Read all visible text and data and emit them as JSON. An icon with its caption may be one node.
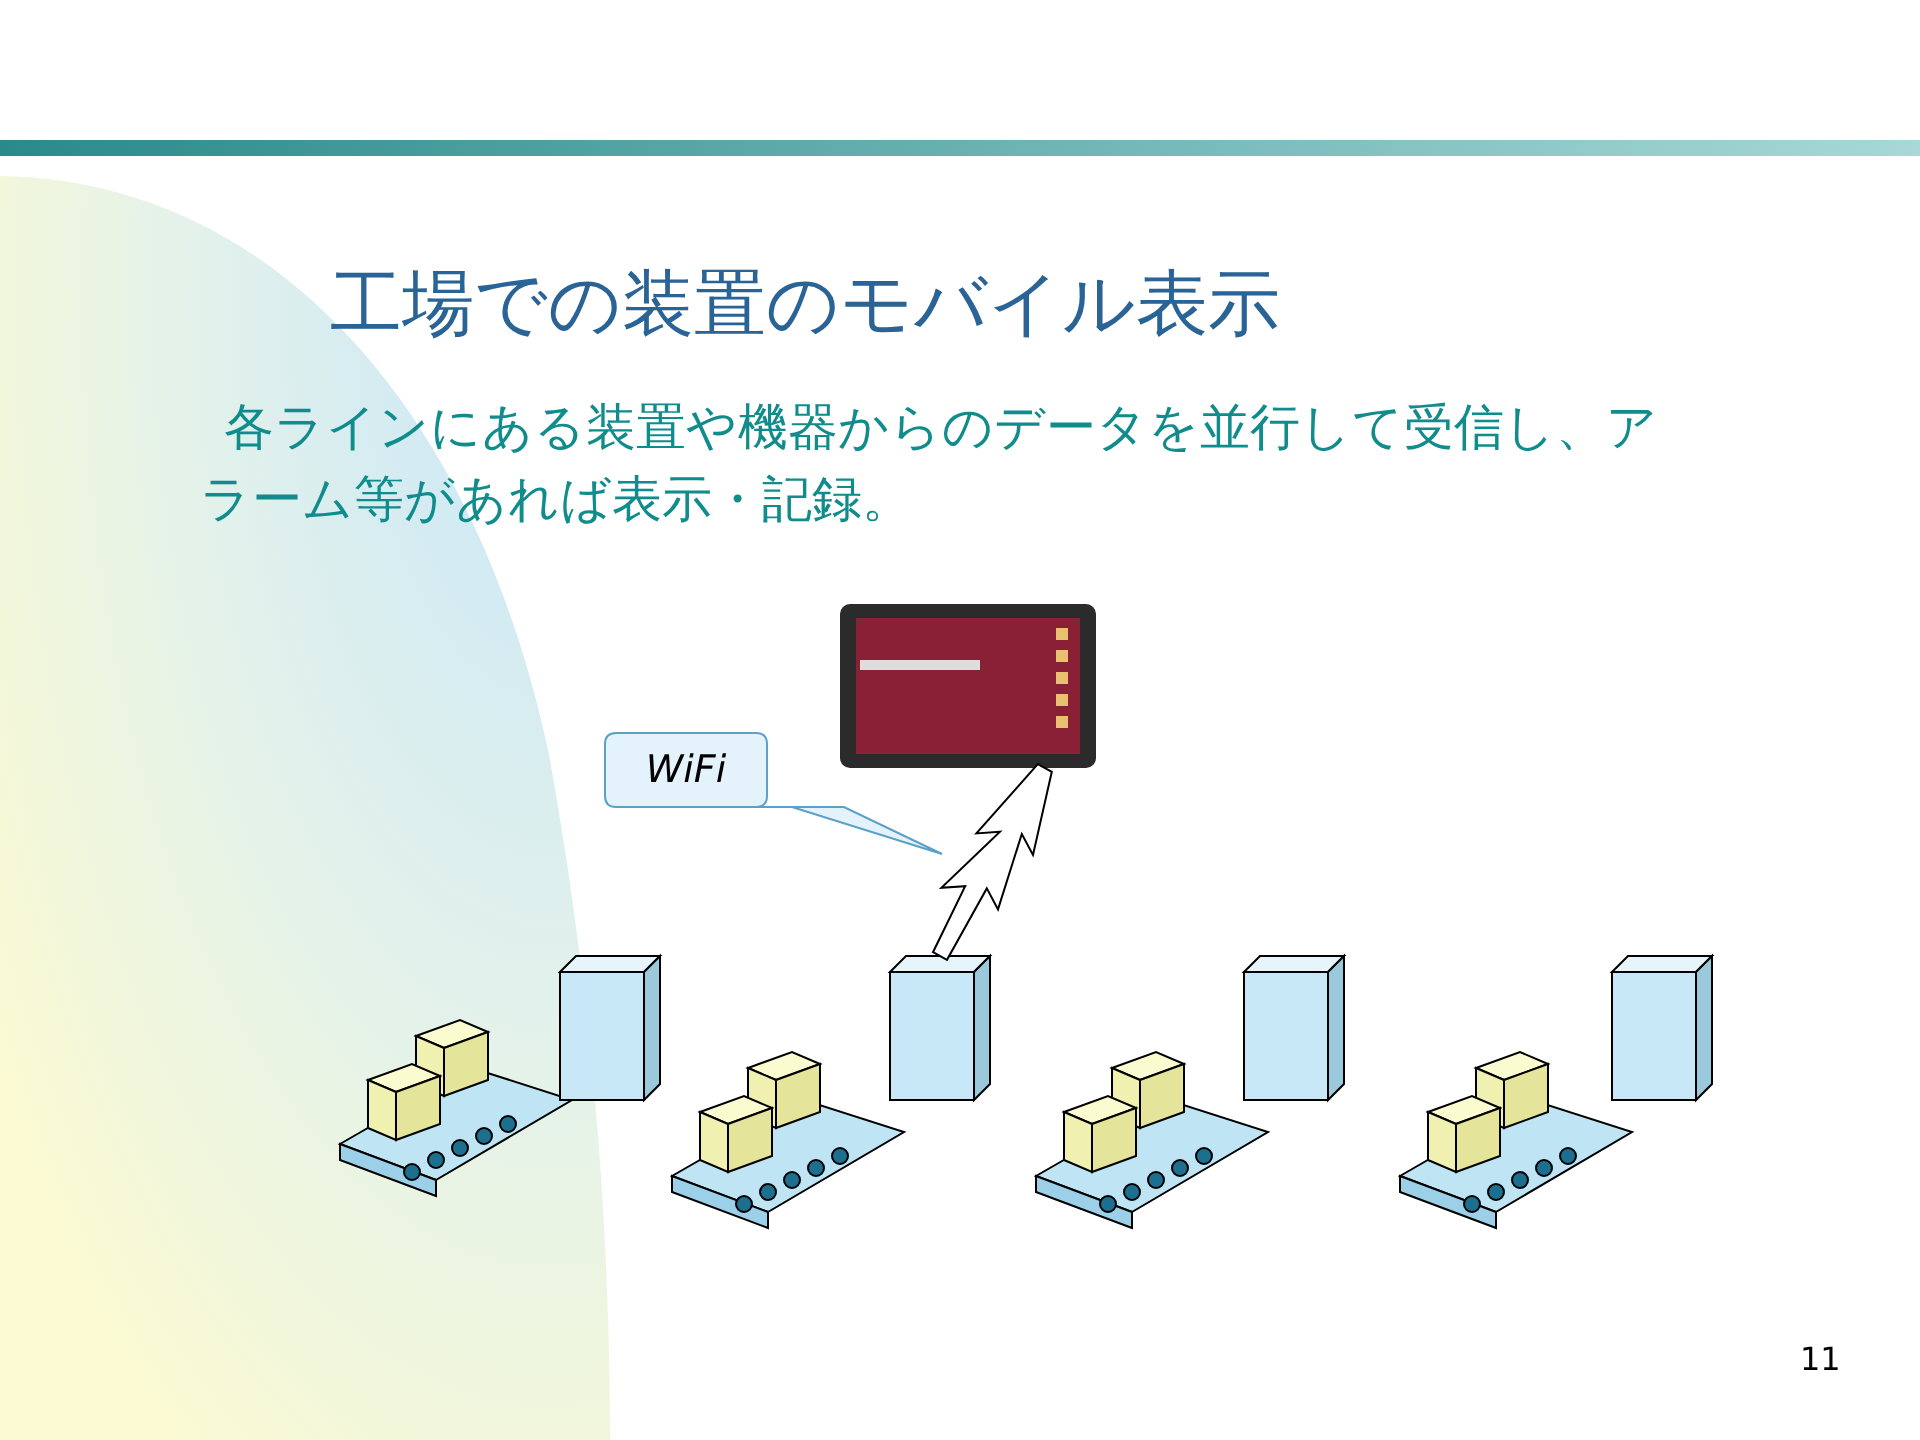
{
  "diagram": {
    "title": "工場での装置のモバイル表示",
    "nodes": [
      {
        "text": [],
        "shape": "picture"
      },
      {
        "text": [
          "WiFi"
        ]
      },
      {
        "text": [],
        "shape": "picture"
      },
      {
        "text": [],
        "shape": "box"
      },
      {
        "text": [],
        "shape": "picture"
      },
      {
        "text": [],
        "shape": "box"
      },
      {
        "text": [],
        "shape": "picture"
      },
      {
        "text": [],
        "shape": "box"
      },
      {
        "text": [],
        "shape": "picture"
      },
      {
        "text": [],
        "shape": "box"
      }
    ],
    "edges": [
      {
        "from": 0,
        "to": 5,
        "arrow": "none"
      }
    ],
    "labels": [
      "各ラインにある装置や機器からのデータを並行して受信し、アラーム等があれば表示・記録。",
      "11"
    ]
  }
}
